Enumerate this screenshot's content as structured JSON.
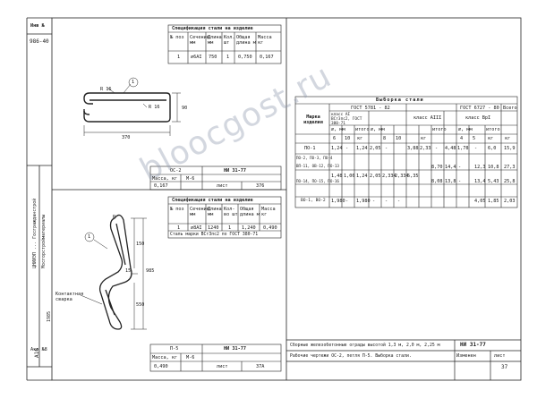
{
  "left_margin": {
    "inv_label": "Инв №",
    "inv_number": "986-40",
    "stamp": {
      "org": "ЦНИИЭП ... Госгражданстрой",
      "org_short": "Мосгорстройматериалы",
      "date": "1985"
    },
    "code": "А16",
    "sheet_tag": "Акт №8"
  },
  "spec_top": {
    "title": "Спецификация стали на изделие",
    "headers": [
      "№ поз",
      "Сечение мм",
      "Длина мм",
      "Кол. шт",
      "Общая длина м",
      "Масса кг"
    ],
    "row": [
      "1",
      "∅6АI",
      "750",
      "1",
      "0,750",
      "0,167"
    ]
  },
  "drawing_top": {
    "pos_label": "1",
    "dim_r1": "R 16",
    "dim_r2": "R 16",
    "dim_h": "90",
    "dim_w": "370"
  },
  "stamp_top": {
    "code": "ОС-2",
    "series": "НИ 31-77",
    "mass_label": "Масса, кг",
    "scale_label": "М-6",
    "mass": "0,167",
    "sheet_label": "лист",
    "sheet": "376"
  },
  "spec_mid": {
    "title": "Спецификация стали на изделие",
    "headers": [
      "№ поз",
      "Сечение мм",
      "Длина мм",
      "Кол-во шт",
      "Общая длина м",
      "Масса кг"
    ],
    "row": [
      "1",
      "∅8АI",
      "1240",
      "1",
      "1,240",
      "0,490"
    ],
    "note": "Сталь марки ВСт3пс2 по ГОСТ 380-71"
  },
  "drawing_mid": {
    "pos_label": "1",
    "weld_label": "Контактная сварка",
    "dim_a": "15",
    "dim_b": "150",
    "dim_c": "550",
    "dim_total": "985",
    "dim_r": "R"
  },
  "stamp_bottom": {
    "code": "П-5",
    "series": "НИ 31-77",
    "mass_label": "Масса, кг",
    "scale_label": "М-6",
    "mass": "0,490",
    "sheet_label": "лист",
    "sheet": "37А"
  },
  "steel_table": {
    "title": "Выборка стали",
    "col_mark": "Марка изделия",
    "gost1": "ГОСТ 5781 - 82",
    "gost2": "ГОСТ 6727 - 80",
    "total": "Всего",
    "class1": "класс АI ВСт3пс2, ГОСТ 380-71",
    "class2": "класс АIII",
    "class3": "класс ВрI",
    "sub": [
      "∅, мм",
      "итого",
      "∅, мм",
      "итого",
      "∅, мм",
      "итого"
    ],
    "units": [
      "6",
      "10",
      "кг",
      "8",
      "10",
      "кг",
      "4",
      "5",
      "кг",
      "кг"
    ],
    "rows": [
      {
        "mark": "ПО-1",
        "v": [
          "1,24",
          "-",
          "1,24",
          "2,05",
          "-",
          "3,88",
          "2,33",
          "-",
          "4,48",
          "1,78",
          "-",
          "6,0",
          "15,9"
        ]
      },
      {
        "mark": "ПО-2, ПО-3, ПО-4",
        "v": [
          "",
          "",
          "",
          "",
          "",
          "",
          "",
          "",
          "",
          "",
          "",
          "",
          ""
        ]
      },
      {
        "mark": "ВП-11, ОВ-12, ПО-13",
        "v": [
          "1,48",
          "1,06",
          "1,24",
          "2,05",
          "2,334",
          "2,334",
          "5,35",
          "8,70",
          "14,4",
          "-",
          "12,3",
          "10,8",
          "27,3"
        ]
      },
      {
        "mark": "ПО-14, ПО-15, ПО-16",
        "v": [
          "",
          "",
          "",
          "",
          "",
          "",
          "",
          "8,08",
          "13,8",
          "-",
          "13,4",
          "5,43",
          "25,8"
        ]
      },
      {
        "mark": "ВО-1, ВО-2",
        "v": [
          "1,980",
          "-",
          "1,980",
          "-",
          "-",
          "-",
          "",
          "",
          "",
          "",
          "4,05",
          "1,85",
          "2,03"
        ]
      }
    ]
  },
  "title_block": {
    "line1": "Сборные железобетонные ограды высотой 1,3 м, 2,0 м, 2,25 м",
    "series": "НИ 31-77",
    "line2": "Рабочие чертежи ОС-2, петля П-5. Выборка стали.",
    "izm": "Изменен",
    "list": "лист",
    "sheet": "37"
  },
  "watermark": "bloocgost.ru"
}
